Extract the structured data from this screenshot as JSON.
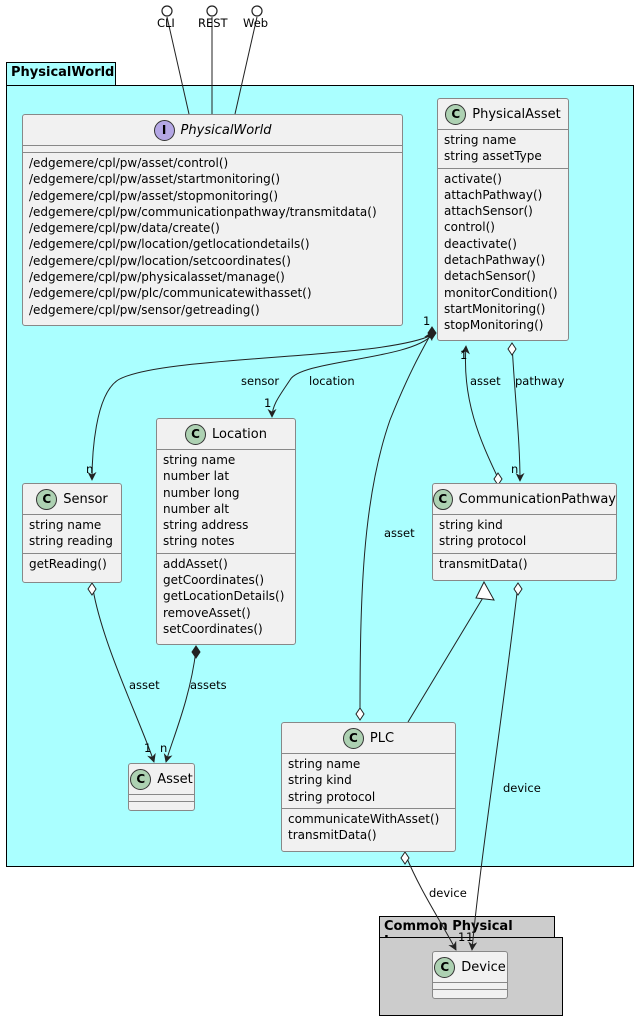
{
  "packages": {
    "physical_world": {
      "name": "PhysicalWorld"
    },
    "common_physical_layer": {
      "name": "Common Physical Layer"
    }
  },
  "ports": [
    "CLI",
    "REST",
    "Web"
  ],
  "interface": {
    "stereotype": "I",
    "name": "PhysicalWorld",
    "methods": [
      "/edgemere/cpl/pw/asset/control()",
      "/edgemere/cpl/pw/asset/startmonitoring()",
      "/edgemere/cpl/pw/asset/stopmonitoring()",
      "/edgemere/cpl/pw/communicationpathway/transmitdata()",
      "/edgemere/cpl/pw/data/create()",
      "/edgemere/cpl/pw/location/getlocationdetails()",
      "/edgemere/cpl/pw/location/setcoordinates()",
      "/edgemere/cpl/pw/physicalasset/manage()",
      "/edgemere/cpl/pw/plc/communicatewithasset()",
      "/edgemere/cpl/pw/sensor/getreading()"
    ]
  },
  "classes": {
    "physical_asset": {
      "stereotype": "C",
      "name": "PhysicalAsset",
      "attributes": [
        "string name",
        "string assetType"
      ],
      "methods": [
        "activate()",
        "attachPathway()",
        "attachSensor()",
        "control()",
        "deactivate()",
        "detachPathway()",
        "detachSensor()",
        "monitorCondition()",
        "startMonitoring()",
        "stopMonitoring()"
      ]
    },
    "location": {
      "stereotype": "C",
      "name": "Location",
      "attributes": [
        "string name",
        "number lat",
        "number long",
        "number alt",
        "string address",
        "string notes"
      ],
      "methods": [
        "addAsset()",
        "getCoordinates()",
        "getLocationDetails()",
        "removeAsset()",
        "setCoordinates()"
      ]
    },
    "sensor": {
      "stereotype": "C",
      "name": "Sensor",
      "attributes": [
        "string name",
        "string reading"
      ],
      "methods": [
        "getReading()"
      ]
    },
    "communication_pathway": {
      "stereotype": "C",
      "name": "CommunicationPathway",
      "attributes": [
        "string kind",
        "string protocol"
      ],
      "methods": [
        "transmitData()"
      ]
    },
    "plc": {
      "stereotype": "C",
      "name": "PLC",
      "attributes": [
        "string name",
        "string kind",
        "string protocol"
      ],
      "methods": [
        "communicateWithAsset()",
        "transmitData()"
      ]
    },
    "asset": {
      "stereotype": "C",
      "name": "Asset"
    },
    "device": {
      "stereotype": "C",
      "name": "Device"
    }
  },
  "edge_labels": {
    "sensor": "sensor",
    "location": "location",
    "asset_pa": "asset",
    "pathway": "pathway",
    "asset_plc": "asset",
    "asset_sensor": "asset",
    "assets_location": "assets",
    "device_pathway": "device",
    "device_plc": "device"
  },
  "multiplicities": {
    "pa_sensor_src": "1",
    "pa_sensor_dst": "n",
    "pa_location_dst": "1",
    "cp_pa_dst": "1",
    "pa_cp_dst": "n",
    "sensor_asset_dst": "1",
    "location_asset_dst": "n",
    "plc_device_dst": "1",
    "cp_device_dst": "1"
  },
  "colors": {
    "physical_world_fill": "#aaffff",
    "common_layer_fill": "#cccccc",
    "class_fill": "#f1f1f1",
    "class_badge": "#add1b2",
    "interface_badge": "#b4a7e5"
  }
}
